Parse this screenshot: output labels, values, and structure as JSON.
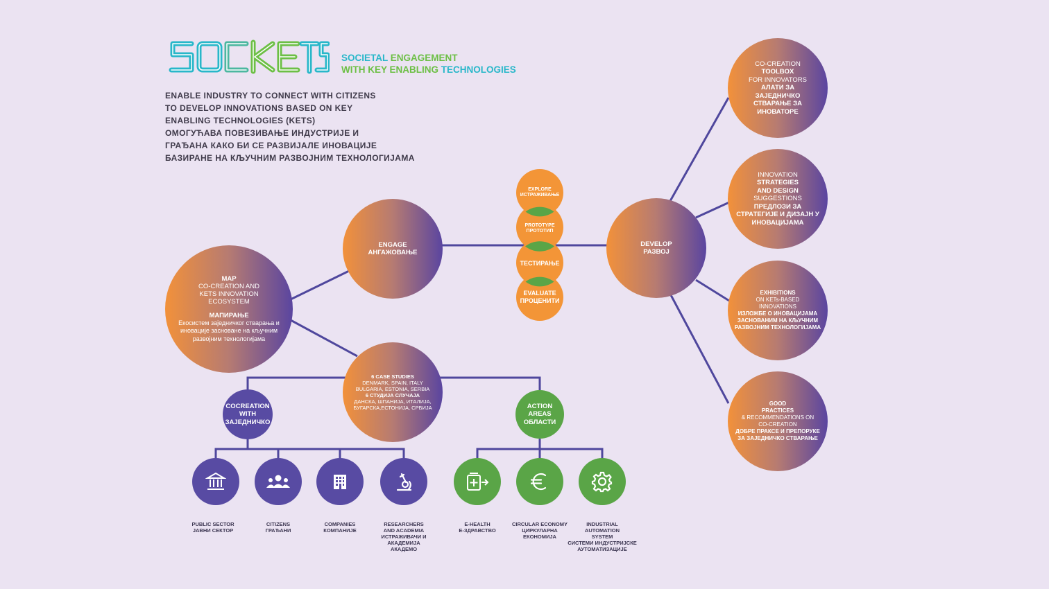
{
  "logo": {
    "wordmark": "SOCKETS",
    "line1_a": "SOCIETAL",
    "line1_b": "ENGAGEMENT",
    "line2_a": "WITH KEY ENABLING",
    "line2_b": "TECHNOLOGIES"
  },
  "intro": [
    "ENABLE INDUSTRY TO CONNECT WITH CITIZENS",
    "TO DEVELOP INNOVATIONS BASED ON KEY",
    "ENABLING TECHNOLOGIES (KETS)",
    "ОМОГУЋАВА ПОВЕЗИВАЊЕ ИНДУСТРИЈЕ И",
    "ГРАЂАНА КАКО БИ СЕ РАЗВИЈАЛЕ ИНОВАЦИЈЕ",
    "БАЗИРАНЕ НА КЉУЧНИМ РАЗВОЈНИМ ТЕХНОЛОГИЈАМА"
  ],
  "map": {
    "title": "MAP",
    "sub": "CO-CREATION AND KETS INNOVATION ECOSYSTEM",
    "title_sr": "МАПИРАЊЕ",
    "sub_sr": "Екосистем заједничког стварања и иновације засноване на кључним развојним технологијама"
  },
  "engage": {
    "en": "ENGAGE",
    "sr": "АНГАЖОВАЊЕ"
  },
  "develop": {
    "en": "DEVELOP",
    "sr": "РАЗВОЈ"
  },
  "case": {
    "title": "6 CASE STUDIES",
    "countries1": "DENMARK, SPAIN, ITALY",
    "countries2": "BULGARIA, ESTONIA, SERBIA",
    "title_sr": "6 СТУДИЈА СЛУЧАЈА",
    "countries_sr1": "ДАНСКА, ШПАНИЈА, ИТАЛИЈА,",
    "countries_sr2": "БУГАРСКА,ЕСТОНИЈА, СРБИЈА"
  },
  "stages": [
    {
      "en": "EXPLORE",
      "sr": "ИСТРАЖИВАЊЕ"
    },
    {
      "en": "PROTOTYPE",
      "sr": "ПРОТОТИП"
    },
    {
      "en": "",
      "sr": "ТЕСТИРАЊЕ"
    },
    {
      "en": "EVALUATE",
      "sr": "ПРОЦЕНИТИ"
    }
  ],
  "cocreation": {
    "line1": "COCREATION",
    "line2": "WITH",
    "line3": "ЗАЈЕДНИЧКО"
  },
  "action": {
    "line1": "ACTION",
    "line2": "AREAS",
    "line3": "ОБЛАСТИ"
  },
  "outputs": [
    {
      "light1": "CO-CREATION",
      "bold1": "TOOLBOX",
      "light2": "FOR INNOVATORS",
      "bold2": "АЛАТИ ЗА ЗАЈЕДНИЧКО СТВАРАЊЕ ЗА ИНОВАТОРЕ"
    },
    {
      "light1": "INNOVATION",
      "bold1": "STRATEGIES AND DESIGN",
      "light2": "SUGGESTIONS",
      "bold2": "ПРЕДЛОЗИ ЗА СТРАТЕГИЈЕ И ДИЗАЈН У ИНОВАЦИЈАМА"
    },
    {
      "light1": "",
      "bold1": "EXHIBITIONS",
      "light2": "ON KETs-BASED INNOVATIONS",
      "bold2": "ИЗЛОЖБЕ О ИНОВАЦИЈАМА ЗАСНОВАНИМ НА КЉУЧНИМ РАЗВОЈНИМ ТЕХНОЛОГИЈАМА"
    },
    {
      "light1": "",
      "bold1": "GOOD PRACTICES",
      "light2": "& RECOMMENDATIONS ON CO-CREATION",
      "bold2": "ДОБРЕ ПРАКСЕ И ПРЕПОРУКЕ ЗА ЗАЈЕДНИЧКО СТВАРАЊЕ"
    }
  ],
  "stakeholders": [
    {
      "icon": "bank-icon",
      "line1": "PUBLIC SECTOR",
      "line2": "ЈАВНИ СЕКТОР",
      "line3": "",
      "line4": "",
      "line5": ""
    },
    {
      "icon": "people-group-icon",
      "line1": "CITIZENS",
      "line2": "ГРАЂАНИ",
      "line3": "",
      "line4": "",
      "line5": ""
    },
    {
      "icon": "building-icon",
      "line1": "COMPANIES",
      "line2": "КОМПАНИЈЕ",
      "line3": "",
      "line4": "",
      "line5": ""
    },
    {
      "icon": "microscope-icon",
      "line1": "RESEARCHERS",
      "line2": "AND ACADEMIA",
      "line3": "ИСТРАЖИВАЧИ И",
      "line4": "АКАДЕМИЈА",
      "line5": "АКАДЕМО"
    }
  ],
  "areas": [
    {
      "icon": "ehealth-icon",
      "line1": "E-HEALTH",
      "line2": "Е-ЗДРАВСТВО",
      "line3": "",
      "line4": "",
      "line5": ""
    },
    {
      "icon": "euro-icon",
      "line1": "CIRCULAR ECONOMY",
      "line2": "ЦИРКУЛАРНА",
      "line3": "ЕКОНОМИЈА",
      "line4": "",
      "line5": ""
    },
    {
      "icon": "gear-icon",
      "line1": "INDUSTRIAL",
      "line2": "AUTOMATION",
      "line3": "SYSTEM",
      "line4": "СИСТЕМИ ИНДУСТРИЈСКЕ",
      "line5": "АУТОМАТИЗАЦИЈЕ"
    }
  ],
  "colors": {
    "background": "#ebe3f2",
    "line": "#4f479d",
    "orange": "#f39537",
    "green": "#5aa547",
    "purple": "#584ba3",
    "logo_teal": "#28b7c9",
    "logo_green": "#6cbf45"
  }
}
